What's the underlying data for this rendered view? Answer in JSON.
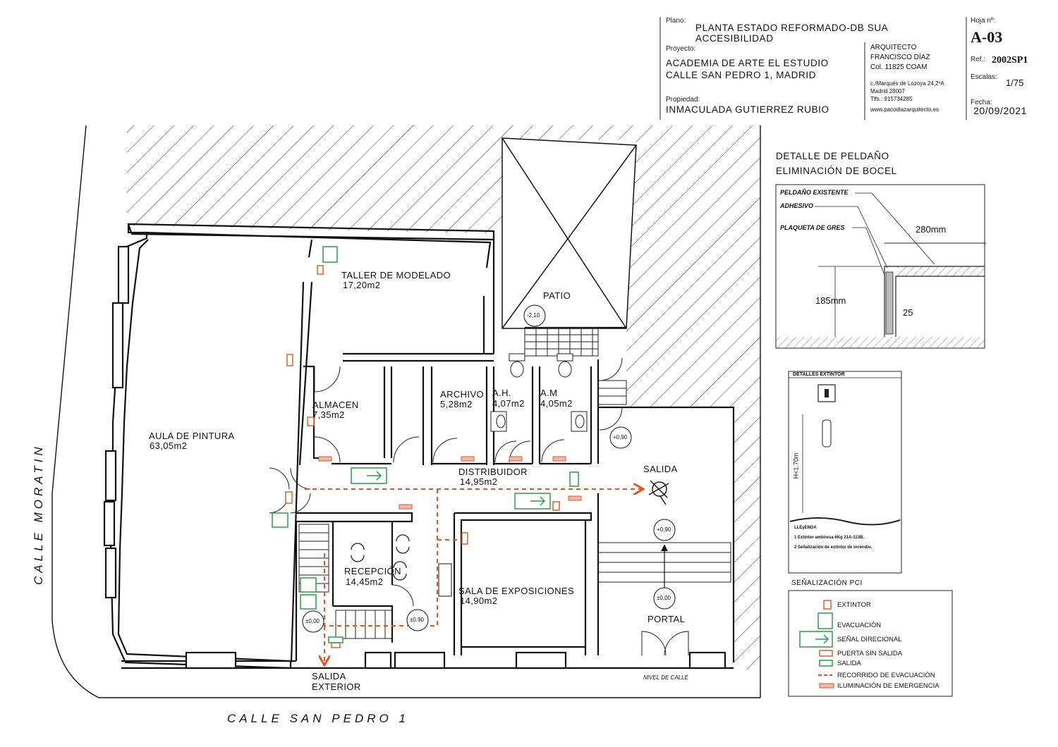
{
  "title_block": {
    "plano_label": "Plano:",
    "plano_line1": "PLANTA ESTADO REFORMADO-DB SUA",
    "plano_line2": "ACCESIBILIDAD",
    "proyecto_label": "Proyecto:",
    "proyecto_line1": "ACADEMIA DE ARTE EL ESTUDIO",
    "proyecto_line2": "CALLE SAN PEDRO 1, MADRID",
    "propiedad_label": "Propiedad:",
    "propiedad": "INMACULADA GUTIERREZ RUBIO",
    "arquitecto": [
      "ARQUITECTO",
      "FRANCISCO DÍAZ",
      "Col. 11825 COAM"
    ],
    "direccion": [
      "c./Marqués de Lozoya 24,2ºA",
      "Madrid 28007",
      "Tlfs.: 915734285"
    ],
    "web": "www.pacodiazarquitecto.es",
    "hoja_label": "Hoja nº:",
    "hoja": "A-03",
    "ref_label": "Ref.:",
    "ref": "2002SP1",
    "escalas_label": "Escalas:",
    "escala": "1/75",
    "fecha_label": "Fecha:",
    "fecha": "20/09/2021"
  },
  "rooms": {
    "taller_name": "TALLER DE MODELADO",
    "taller_area": "17,20m2",
    "patio": "PATIO",
    "aula_name": "AULA DE PINTURA",
    "aula_area": "63,05m2",
    "almacen_name": "ALMACEN",
    "almacen_area": "7,35m2",
    "archivo_name": "ARCHIVO",
    "archivo_area": "5,28m2",
    "ah_name": "A.H.",
    "ah_area": "4,07m2",
    "am_name": "A.M",
    "am_area": "4,05m2",
    "distribuidor_name": "DISTRIBUIDOR",
    "distribuidor_area": "14,95m2",
    "salida": "SALIDA",
    "recepcion_name": "RECEPCIÓN",
    "recepcion_area": "14,45m2",
    "sala_name": "SALA DE EXPOSICIONES",
    "sala_area": "14,90m2",
    "portal": "PORTAL",
    "salida_ext_1": "SALIDA",
    "salida_ext_2": "EXTERIOR",
    "nivel_calle": "NIVEL DE CALLE"
  },
  "levels": {
    "patio": "-2,10",
    "distribuidor": "+0,90",
    "portal_top": "+0,90",
    "portal": "±0,00",
    "recepcion_left": "±0,00",
    "recepcion_right": "±0,90"
  },
  "streets": {
    "moratin": "CALLE MORATIN",
    "san_pedro": "CALLE SAN PEDRO 1"
  },
  "detail_step": {
    "title1": "DETALLE DE PELDAÑO",
    "title2": "ELIMINACIÓN DE BOCEL",
    "peldano": "PELDAÑO EXISTENTE",
    "adhesivo": "ADHESIVO",
    "plaqueta": "PLAQUETA DE GRES",
    "dim_280": "280mm",
    "dim_185": "185mm",
    "dim_25": "25"
  },
  "detail_ext": {
    "title": "DETALLES EXTINTOR",
    "height": "H<1.70m",
    "leyenda": "LLEyENDA",
    "item1": "1 Extintor ambiresa 6Kg 21A-113B.",
    "item2": "2 Señalización de extintor de incendio."
  },
  "legend": {
    "title": "SEÑALIZACIÓN PCI",
    "extintor": "EXTINTOR",
    "evacuacion": "EVACUACIÓN",
    "senal": "SEÑAL DIRECIONAL",
    "puerta": "PUERTA SIN SALIDA",
    "salida": "SALIDA",
    "recorrido": "RECORRIDO DE EVACUACIÓN",
    "iluminacion": "ILUMINACIÓN DE EMERGENCIA"
  },
  "colors": {
    "evacuation_route": "#e0561f",
    "extintor": "#d8632f",
    "green_sign": "#2f9a4a",
    "emergency_light": "#d05a3a"
  }
}
